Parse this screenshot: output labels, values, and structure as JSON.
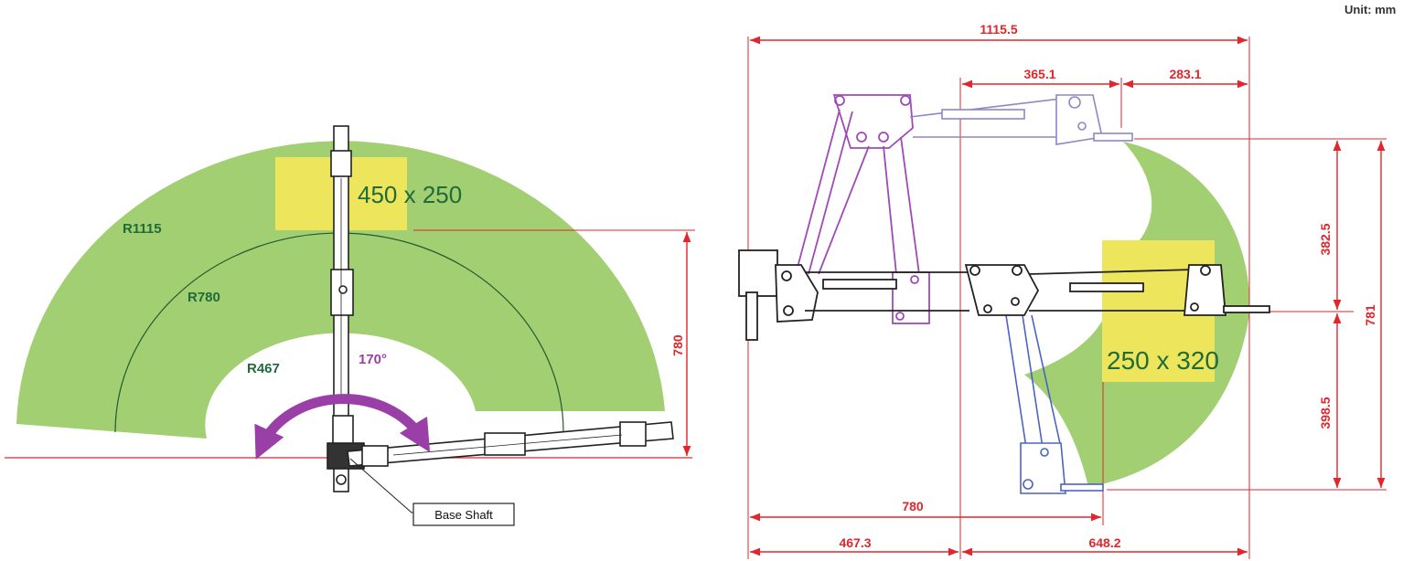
{
  "unit_label": "Unit: mm",
  "left_view": {
    "workspace_label": "450 x 250",
    "radius_outer": "R1115",
    "radius_mid": "R780",
    "radius_inner": "R467",
    "rotation_angle": "170°",
    "height_dim": "780",
    "callout": "Base Shaft"
  },
  "right_view": {
    "workspace_label": "250 x 320",
    "total_reach": "1115.5",
    "upper_left_dim": "365.1",
    "upper_right_dim": "283.1",
    "right_top_dim": "382.5",
    "right_bottom_dim": "398.5",
    "right_total_dim": "781",
    "bottom_reach": "780",
    "bottom_left_dim": "467.3",
    "bottom_right_dim": "648.2"
  },
  "colors": {
    "workspace_green": "#a1cf72",
    "workspace_yellow": "#ede65c",
    "dimension_red": "#e2262b",
    "arrow_purple": "#9a3fa8",
    "arm_purple": "#a04ab8",
    "arm_lavender": "#8f86c7",
    "arm_blue": "#4a63c4",
    "machine_dark": "#222222"
  }
}
